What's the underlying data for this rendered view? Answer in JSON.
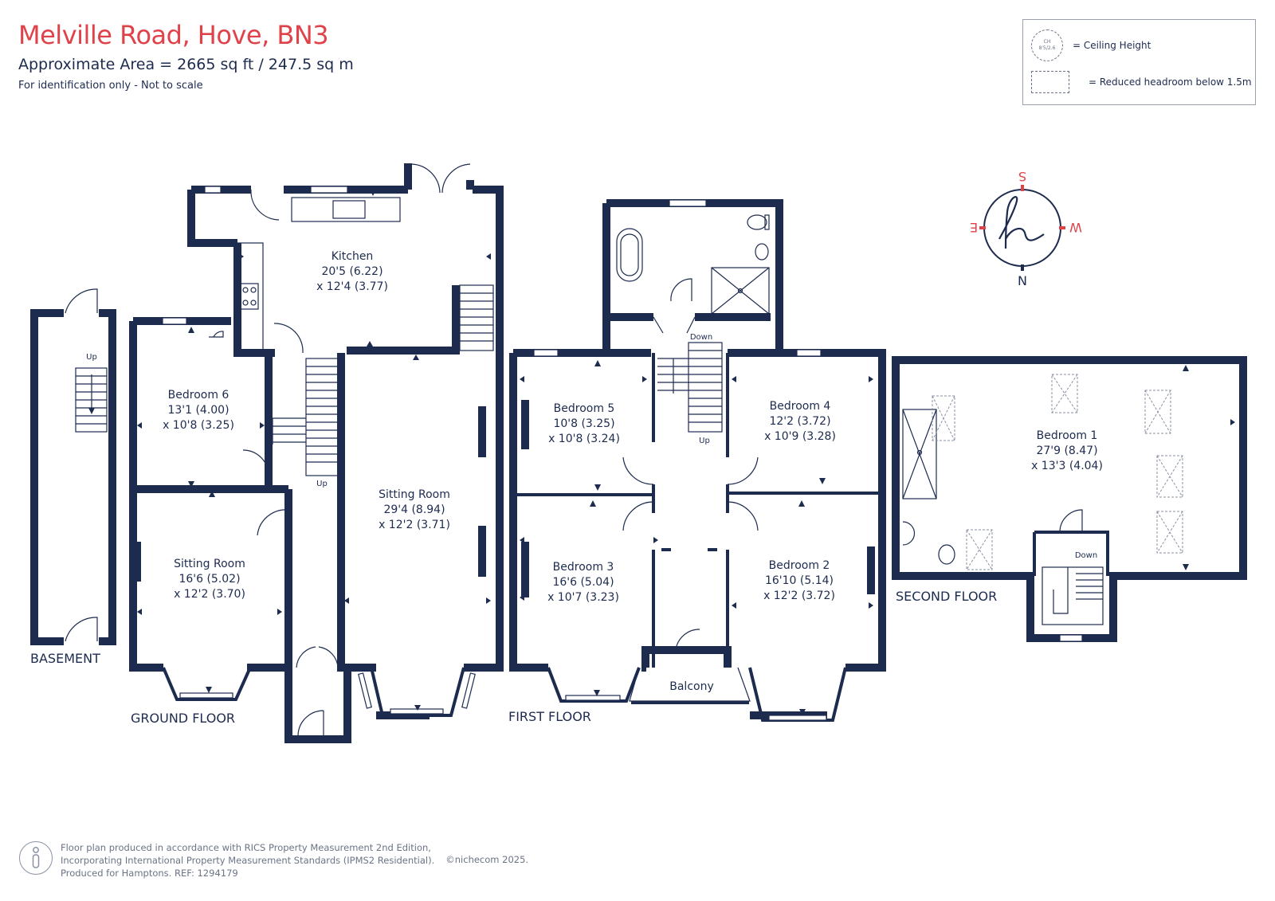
{
  "header": {
    "title": "Melville Road, Hove, BN3",
    "area": "Approximate Area = 2665 sq ft / 247.5 sq m",
    "disclaimer": "For identification only - Not to scale"
  },
  "legend": {
    "ceiling_symbol_top": "CH",
    "ceiling_symbol_bottom": "8'5/2.6",
    "ceiling_label": "= Ceiling Height",
    "reduced_label": "= Reduced headroom below 1.5m"
  },
  "compass": {
    "north": "N",
    "south": "S",
    "east": "E",
    "west": "W"
  },
  "floors": {
    "basement": "BASEMENT",
    "ground": "GROUND FLOOR",
    "first": "FIRST FLOOR",
    "second": "SECOND FLOOR"
  },
  "rooms": {
    "kitchen": {
      "name": "Kitchen",
      "dim1": "20'5 (6.22)",
      "dim2": "x 12'4 (3.77)"
    },
    "bedroom6": {
      "name": "Bedroom 6",
      "dim1": "13'1 (4.00)",
      "dim2": "x 10'8 (3.25)"
    },
    "sitting_small": {
      "name": "Sitting Room",
      "dim1": "16'6 (5.02)",
      "dim2": "x 12'2 (3.70)"
    },
    "sitting_large": {
      "name": "Sitting Room",
      "dim1": "29'4 (8.94)",
      "dim2": "x 12'2 (3.71)"
    },
    "bedroom5": {
      "name": "Bedroom 5",
      "dim1": "10'8 (3.25)",
      "dim2": "x 10'8 (3.24)"
    },
    "bedroom4": {
      "name": "Bedroom 4",
      "dim1": "12'2 (3.72)",
      "dim2": "x 10'9 (3.28)"
    },
    "bedroom3": {
      "name": "Bedroom 3",
      "dim1": "16'6 (5.04)",
      "dim2": "x 10'7 (3.23)"
    },
    "bedroom2": {
      "name": "Bedroom 2",
      "dim1": "16'10 (5.14)",
      "dim2": "x 12'2 (3.72)"
    },
    "bedroom1": {
      "name": "Bedroom 1",
      "dim1": "27'9 (8.47)",
      "dim2": "x 13'3 (4.04)"
    },
    "balcony": {
      "name": "Balcony"
    }
  },
  "stair_labels": {
    "up": "Up",
    "down": "Down"
  },
  "footer": {
    "line1": "Floor plan produced in accordance with RICS Property Measurement 2nd Edition,",
    "line2": "Incorporating International Property Measurement Standards (IPMS2 Residential).",
    "line3": "Produced for Hamptons.  REF:  1294179",
    "copyright": "©nichecom 2025."
  },
  "colors": {
    "wall": "#1d2b4f",
    "title": "#e0424a",
    "text": "#1d2b4f",
    "muted": "#6b7386"
  }
}
